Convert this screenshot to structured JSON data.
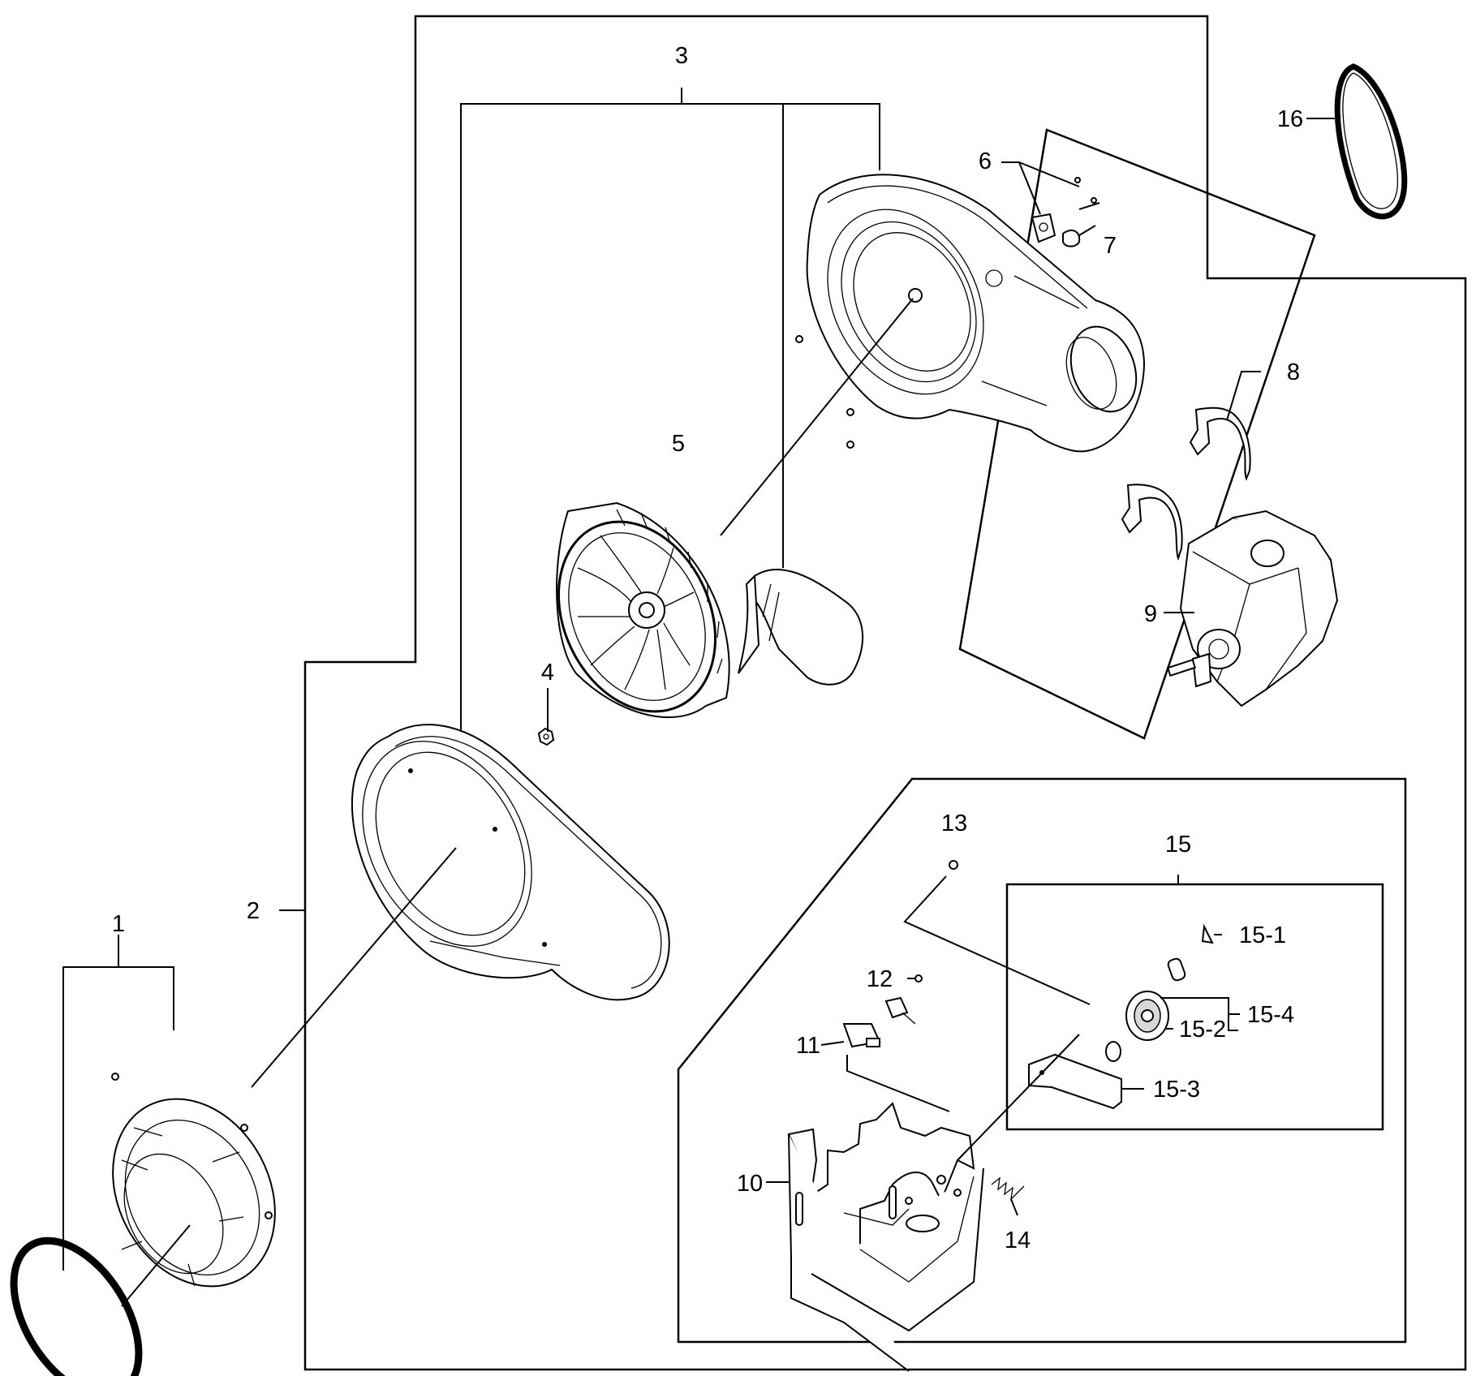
{
  "diagram": {
    "callouts": [
      {
        "id": "1",
        "text": "1"
      },
      {
        "id": "2",
        "text": "2"
      },
      {
        "id": "3",
        "text": "3"
      },
      {
        "id": "4",
        "text": "4"
      },
      {
        "id": "5",
        "text": "5"
      },
      {
        "id": "6",
        "text": "6"
      },
      {
        "id": "7",
        "text": "7"
      },
      {
        "id": "8",
        "text": "8"
      },
      {
        "id": "9",
        "text": "9"
      },
      {
        "id": "10",
        "text": "10"
      },
      {
        "id": "11",
        "text": "11"
      },
      {
        "id": "12",
        "text": "12"
      },
      {
        "id": "13",
        "text": "13"
      },
      {
        "id": "14",
        "text": "14"
      },
      {
        "id": "15",
        "text": "15"
      },
      {
        "id": "15-1",
        "text": "15-1"
      },
      {
        "id": "15-2",
        "text": "15-2"
      },
      {
        "id": "15-3",
        "text": "15-3"
      },
      {
        "id": "15-4",
        "text": "15-4"
      },
      {
        "id": "16",
        "text": "16"
      }
    ]
  }
}
